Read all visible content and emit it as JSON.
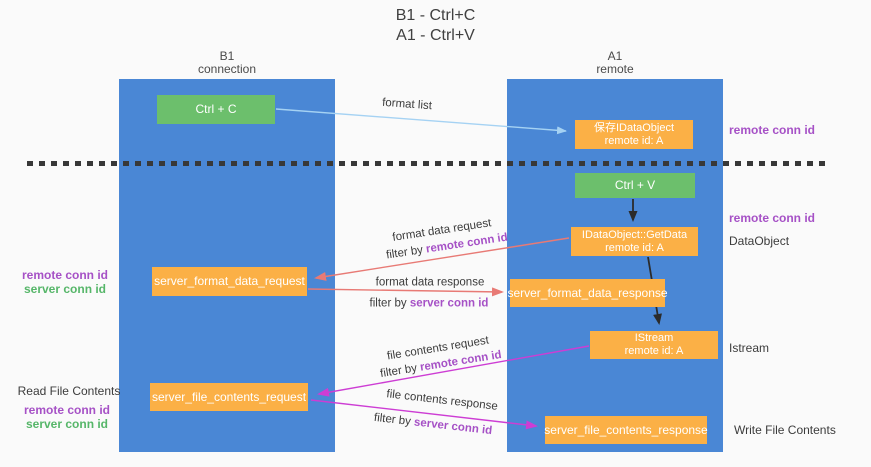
{
  "title": {
    "line1": "B1 - Ctrl+C",
    "line2": "A1 - Ctrl+V"
  },
  "columns": {
    "left": {
      "name": "B1",
      "role": "connection"
    },
    "right": {
      "name": "A1",
      "role": "remote"
    }
  },
  "boxes": {
    "ctrl_c": "Ctrl + C",
    "ctrl_v": "Ctrl + V",
    "save_idataobject": {
      "line1": "保存IDataObject",
      "line2": "remote id: A"
    },
    "getdata": {
      "line1": "IDataObject::GetData",
      "line2": "remote id: A"
    },
    "istream": {
      "line1": "IStream",
      "line2": "remote id: A"
    },
    "format_request": "server_format_data_request",
    "format_response": "server_format_data_response",
    "file_request": "server_file_contents_request",
    "file_response": "server_file_contents_response"
  },
  "arrow_labels": {
    "format_list": "format list",
    "format_data_request": "format data request",
    "format_data_response": "format data response",
    "file_contents_request": "file contents request",
    "file_contents_response": "file contents response",
    "filter_by": "filter by ",
    "remote_conn_id": "remote conn id",
    "server_conn_id": "server conn id"
  },
  "side_labels": {
    "remote_conn_id": "remote conn id",
    "server_conn_id": "server conn id",
    "dataobject": "DataObject",
    "istream": "Istream",
    "read_file_contents": "Read File Contents",
    "write_file_contents": "Write File Contents"
  },
  "colors": {
    "background": "#fafafa",
    "lifeline_blue": "#4a87d5",
    "box_green": "#6cbf6c",
    "box_orange": "#fbb046",
    "label_purple": "#a651c6",
    "label_green": "#56b669",
    "arrow_salmon": "#e87a75",
    "arrow_magenta": "#cd3dd4",
    "arrow_lightblue": "#a5d2f3",
    "arrow_black": "#2b2b2b",
    "separator_dark": "#383838",
    "text_dark": "#3c3c3c"
  }
}
